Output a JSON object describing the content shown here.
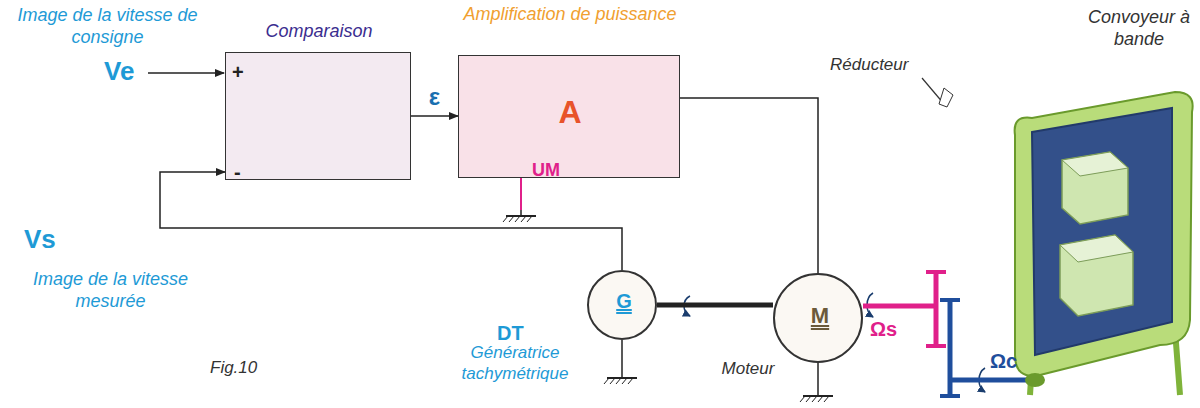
{
  "diagram": {
    "nodes": [
      {
        "text": [
          "Comparaison",
          "+",
          "-"
        ]
      },
      {
        "text": [
          "Amplification de puissance",
          "A"
        ]
      },
      {
        "text": [
          "G"
        ]
      },
      {
        "text": [
          "M",
          "Moteur"
        ]
      }
    ],
    "edges": [
      {
        "from": 0,
        "to": 1,
        "arrow": "to",
        "label": "ε"
      },
      {
        "from": 1,
        "to": 3,
        "arrow": "none"
      },
      {
        "from": 2,
        "to": 0,
        "arrow": "to"
      },
      {
        "from": 3,
        "to": 2,
        "arrow": "none"
      }
    ],
    "labels": [
      "Image de la vitesse de consigne",
      "Ve",
      "Vs",
      "Image de la vitesse mesurée",
      "UM",
      "DT",
      "Génératrice tachymétrique",
      "Réducteur",
      "Convoyeur à bande",
      "Ωs",
      "Ωc",
      "Fig.10"
    ]
  }
}
